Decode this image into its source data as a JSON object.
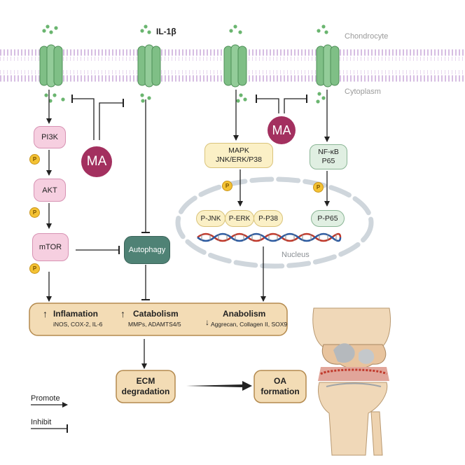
{
  "ligand": "IL-1β",
  "compartments": {
    "chondrocyte": "Chondrocyte",
    "cytoplasm": "Cytoplasm",
    "nucleus": "Nucleus"
  },
  "inhibitor": "MA",
  "left_pathway": {
    "pi3k": "PI3K",
    "akt": "AKT",
    "mtor": "mTOR"
  },
  "phospho": "P",
  "autophagy": "Autophagy",
  "mapk": {
    "line1": "MAPK",
    "line2": "JNK/ERK/P38"
  },
  "nfkb": {
    "line1": "NF-κB",
    "line2": "P65"
  },
  "phospho_proteins": {
    "jnk": "P-JNK",
    "erk": "P-ERK",
    "p38": "P-P38",
    "p65": "P-P65"
  },
  "effects": {
    "inflammation": {
      "title": "Inflamation",
      "detail": "iNOS, COX-2, IL-6",
      "arrow": "↑"
    },
    "catabolism": {
      "title": "Catabolism",
      "detail": "MMPs, ADAMTS4/5",
      "arrow": "↑"
    },
    "anabolism": {
      "title": "Anabolism",
      "detail": "Aggrecan, Collagen II, SOX9",
      "arrow": "↓"
    }
  },
  "ecm": {
    "line1": "ECM",
    "line2": "degradation"
  },
  "oa": {
    "line1": "OA",
    "line2": "formation"
  },
  "legend": {
    "promote": "Promote",
    "inhibit": "Inhibit"
  },
  "colors": {
    "membrane": "#c9a8d6",
    "receptor": "#7fbf86",
    "ma": "#a3305f",
    "autophagy": "#4f8275",
    "effects_box": "#f3dcb5",
    "effects_border": "#b48a4e",
    "phospho_badge": "#f4c233",
    "dna_red": "#c0392b",
    "dna_blue": "#2c5aa0"
  }
}
